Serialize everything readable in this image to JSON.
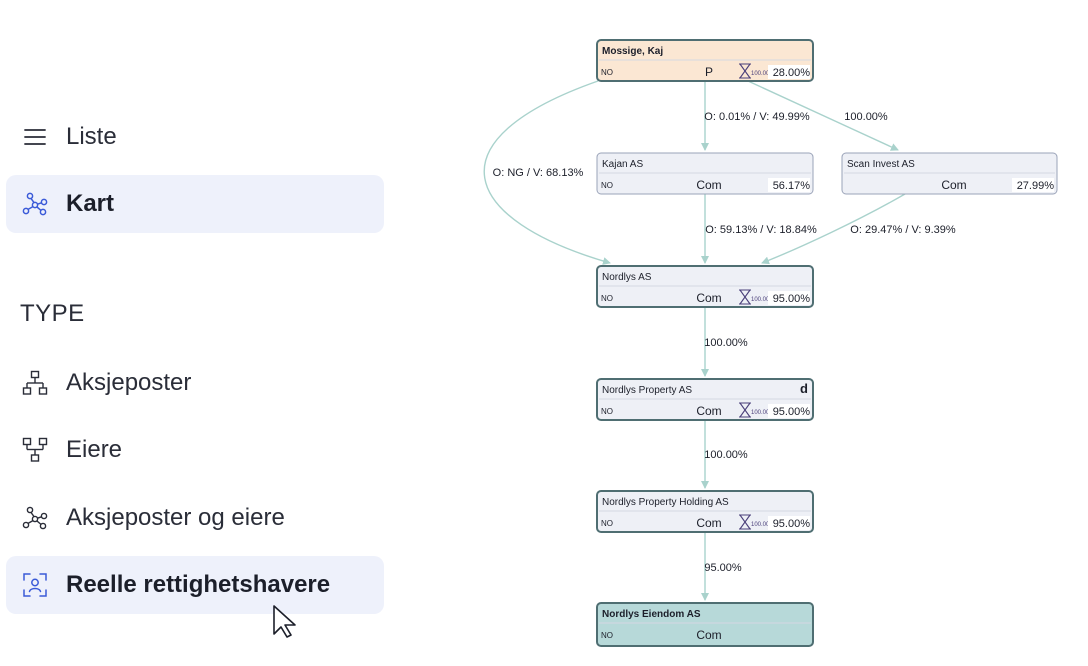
{
  "sidebar": {
    "view_items": [
      {
        "label": "Liste",
        "icon": "list-icon",
        "active": false
      },
      {
        "label": "Kart",
        "icon": "network-icon",
        "active": true
      }
    ],
    "type_section_title": "TYPE",
    "type_items": [
      {
        "label": "Aksjeposter",
        "icon": "hierarchy-down-icon",
        "active": false
      },
      {
        "label": "Eiere",
        "icon": "hierarchy-up-icon",
        "active": false
      },
      {
        "label": "Aksjeposter og eiere",
        "icon": "network-icon",
        "active": false
      },
      {
        "label": "Reelle rettighetshavere",
        "icon": "person-scan-icon",
        "active": true
      }
    ]
  },
  "diagram": {
    "nodes": [
      {
        "id": "mossige",
        "name": "Mossige, Kaj",
        "country": "NO",
        "type": "P",
        "ubo_badge": "100.00",
        "pct": "28.00%",
        "bold": true,
        "color": "#fbe7d3"
      },
      {
        "id": "kajan",
        "name": "Kajan AS",
        "country": "NO",
        "type": "Com",
        "pct": "56.17%",
        "bold": false,
        "color": "#eef0f6"
      },
      {
        "id": "scan",
        "name": "Scan Invest AS",
        "country": "",
        "type": "Com",
        "pct": "27.99%",
        "bold": false,
        "color": "#eef0f6"
      },
      {
        "id": "nordlys",
        "name": "Nordlys AS",
        "country": "NO",
        "type": "Com",
        "ubo_badge": "100.00",
        "pct": "95.00%",
        "bold": false,
        "color": "#eef0f6"
      },
      {
        "id": "property",
        "name": "Nordlys Property AS",
        "country": "NO",
        "type": "Com",
        "ubo_badge": "100.00",
        "pct": "95.00%",
        "bold": false,
        "color": "#eef0f6",
        "corner_mark": "d"
      },
      {
        "id": "holding",
        "name": "Nordlys Property Holding AS",
        "country": "NO",
        "type": "Com",
        "ubo_badge": "100.00",
        "pct": "95.00%",
        "bold": false,
        "color": "#eef0f6"
      },
      {
        "id": "eiendom",
        "name": "Nordlys Eiendom AS",
        "country": "NO",
        "type": "Com",
        "pct": "",
        "bold": true,
        "color": "#b7d9d9"
      }
    ],
    "edges": [
      {
        "from": "mossige",
        "to": "kajan",
        "label": "O: 0.01% / V: 49.99%"
      },
      {
        "from": "mossige",
        "to": "scan",
        "label": "100.00%"
      },
      {
        "from": "mossige",
        "to": "nordlys",
        "label": "O: NG / V: 68.13%"
      },
      {
        "from": "kajan",
        "to": "nordlys",
        "label": "O: 59.13% / V: 18.84%"
      },
      {
        "from": "scan",
        "to": "nordlys",
        "label": "O: 29.47% / V: 9.39%"
      },
      {
        "from": "nordlys",
        "to": "property",
        "label": "100.00%"
      },
      {
        "from": "property",
        "to": "holding",
        "label": "100.00%"
      },
      {
        "from": "holding",
        "to": "eiendom",
        "label": "95.00%"
      }
    ],
    "colors": {
      "edge": "#a9d2cc",
      "border": "#4f6e72",
      "border_light": "#9aa3b8"
    }
  }
}
